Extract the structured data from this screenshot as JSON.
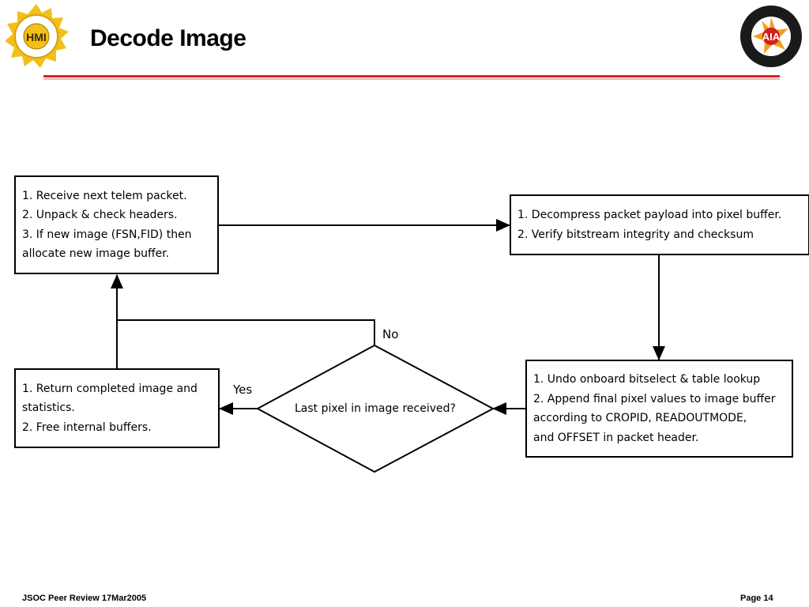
{
  "slide": {
    "title": "Decode Image",
    "footer_left": "JSOC Peer Review 17Mar2005",
    "footer_right": "Page 14"
  },
  "logos": {
    "left": {
      "icon": "hmi-logo",
      "text": "HMI"
    },
    "right": {
      "icon": "aia-logo",
      "text": "AIA"
    }
  },
  "colors": {
    "rule": "#e02020",
    "rule_shadow": "#f4b0b0",
    "stroke": "#000000"
  },
  "diagram": {
    "boxes": {
      "receive": [
        "1. Receive next telem packet.",
        "2. Unpack & check headers.",
        "3. If new image (FSN,FID) then",
        "allocate new  image buffer."
      ],
      "decompress": [
        "1. Decompress packet payload into pixel buffer.",
        "2. Verify bitstream integrity and checksum"
      ],
      "undo": [
        "1. Undo onboard bitselect & table lookup",
        "2. Append final pixel values to image buffer",
        "according to CROPID, READOUTMODE,",
        "and OFFSET in packet header."
      ],
      "return": [
        "1. Return completed image and",
        "statistics.",
        "2. Free internal buffers."
      ]
    },
    "decision": "Last pixel in image received?",
    "label_yes": "Yes",
    "label_no": "No"
  }
}
